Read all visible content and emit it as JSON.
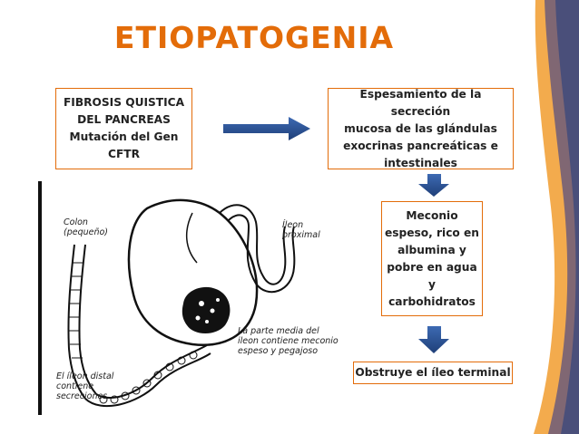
{
  "title": "ETIOPATOGENIA",
  "boxes": {
    "fibrosis": "FIBROSIS QUISTICA\nDEL PANCREAS\nMutación del Gen\nCFTR",
    "espesamiento": "Espesamiento de la secreción\nmucosa de las glándulas\nexocrinas pancreáticas e\nintestinales",
    "meconio": "Meconio\nespeso, rico en\nalbumina y\npobre en agua\ny\ncarbohidratos",
    "obstruye": "Obstruye el íleo terminal"
  },
  "illustration_labels": {
    "colon": "Colon\n(pequeño)",
    "ileon_proximal": "Íleon\nproximal",
    "ileon_media": "La parte media del\nileon contiene meconio\nespeso y pegajoso",
    "ileon_distal": "El íleon distal\ncontiene\nsecreciones"
  },
  "colors": {
    "accent": "#e36c09",
    "arrow": "#2e5597",
    "deco_dark": "#4a4f7a",
    "deco_orange": "#f2a23a"
  }
}
